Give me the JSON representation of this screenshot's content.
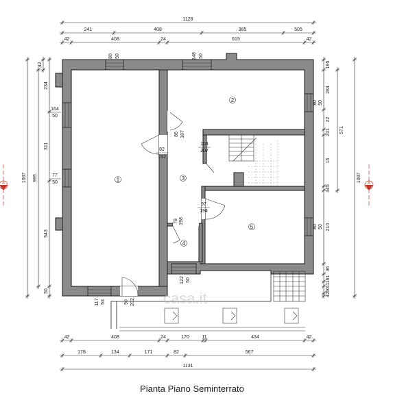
{
  "title": "Pianta Piano Seminterrato",
  "watermark": "casa.it",
  "section_label": "A",
  "rooms": [
    "1",
    "2",
    "3",
    "4",
    "5"
  ],
  "dims_top": {
    "total": "1128",
    "row2": [
      "241",
      "408",
      "385",
      "505"
    ],
    "row3": [
      "42",
      "408",
      "24",
      "615",
      "42"
    ]
  },
  "dims_bottom": {
    "row1": [
      "42",
      "408",
      "24",
      "170",
      "11",
      "434",
      "42"
    ],
    "row2": [
      "178",
      "134",
      "171",
      "82",
      "567"
    ],
    "total": "1131"
  },
  "dims_left": {
    "total": "1087",
    "col2": [
      "234",
      "311",
      "543",
      "50"
    ],
    "col2b": "995",
    "col3": [
      "42"
    ]
  },
  "dims_right": {
    "total": "1087",
    "col1": [
      "195",
      "284",
      "22",
      "231",
      "16",
      "345",
      "210",
      "36",
      "61",
      "111",
      "50",
      "42"
    ],
    "col2": "571"
  },
  "openings": {
    "w_top1": [
      "80",
      "50"
    ],
    "w_top2": [
      "148",
      "50"
    ],
    "w_left1": [
      "164",
      "50"
    ],
    "w_left2": [
      "77",
      "50"
    ],
    "d_1_3": [
      "82",
      "192"
    ],
    "d_3_2": [
      "86",
      "187"
    ],
    "d_stair": [
      "104",
      "207"
    ],
    "d_5": [
      "97",
      "194"
    ],
    "d_4": [
      "78",
      "198"
    ],
    "w_right1": [
      "80",
      "50"
    ],
    "w_right2": [
      "80",
      "50"
    ],
    "w_bot1": [
      "117",
      "53"
    ],
    "d_entry": [
      "90",
      "202"
    ],
    "w_bot2": [
      "122",
      "50"
    ]
  }
}
